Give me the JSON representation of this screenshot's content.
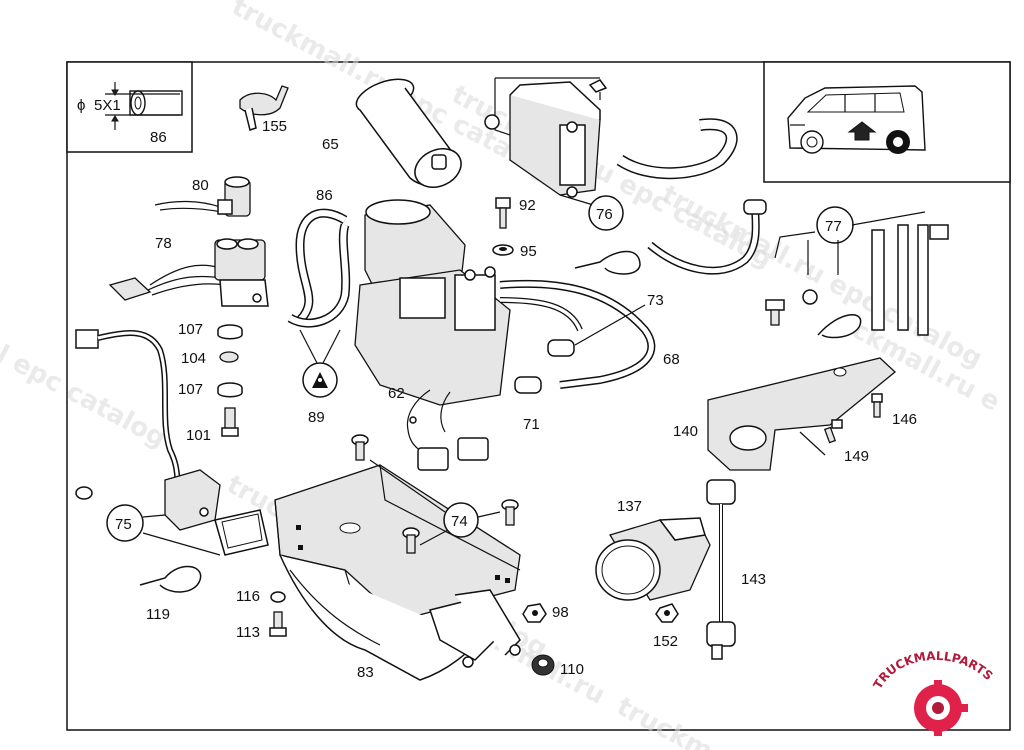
{
  "callouts": {
    "c65": "65",
    "c155": "155",
    "c86a": "86",
    "c86b": "86",
    "c80": "80",
    "c78": "78",
    "c92": "92",
    "c95": "95",
    "c76": "76",
    "c77": "77",
    "c73": "73",
    "c68": "68",
    "c62": "62",
    "c71": "71",
    "c89": "89",
    "c107a": "107",
    "c104": "104",
    "c107b": "107",
    "c101": "101",
    "c140": "140",
    "c146": "146",
    "c149": "149",
    "c75": "75",
    "c74": "74",
    "c137": "137",
    "c143": "143",
    "c119": "119",
    "c116": "116",
    "c113": "113",
    "c98": "98",
    "c152": "152",
    "c83": "83",
    "c110": "110"
  },
  "inset": {
    "dimension": "5X1",
    "diameter_symbol": "ϕ"
  },
  "watermarks": [
    "truckmall.ru epc catalog",
    "truckmall.ru epc catalog",
    "truckmall.ru epc catalog",
    "l epc catalog",
    "truckmall.ru epc catalog",
    "ckmall.ru e",
    "truckmall.ru",
    "truckmal"
  ],
  "logo": {
    "text": "TRUCKMALLPARTS",
    "colors": [
      "#e0224b",
      "#b11a3b"
    ]
  }
}
